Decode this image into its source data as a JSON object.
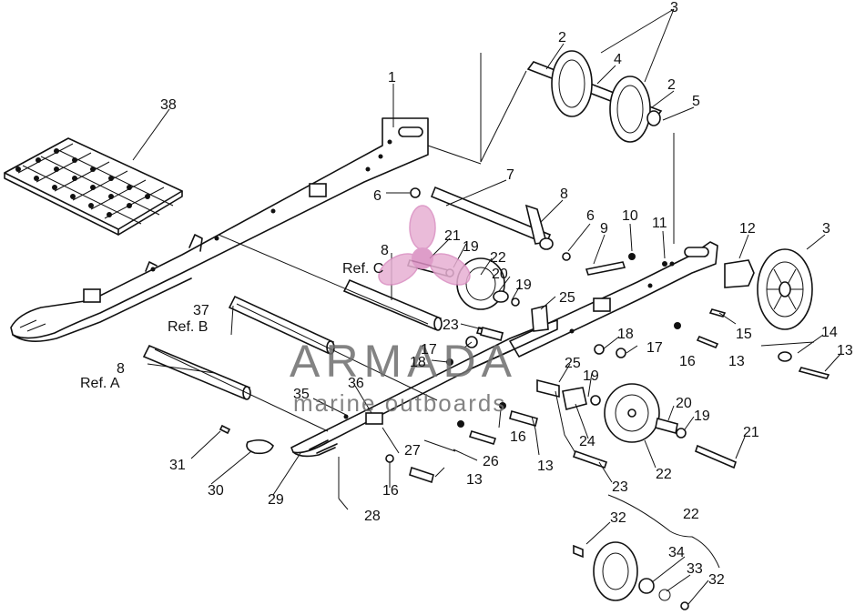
{
  "callouts": {
    "c1": "1",
    "c2a": "2",
    "c2b": "2",
    "c3a": "3",
    "c3b": "3",
    "c4": "4",
    "c5": "5",
    "c6a": "6",
    "c6b": "6",
    "c7": "7",
    "c8a": "8",
    "c8b": "8",
    "c8c": "8",
    "c9": "9",
    "c10": "10",
    "c11": "11",
    "c12": "12",
    "c13a": "13",
    "c13b": "13",
    "c13c": "13",
    "c13d": "13",
    "c14": "14",
    "c15": "15",
    "c16a": "16",
    "c16b": "16",
    "c16c": "16",
    "c17a": "17",
    "c17b": "17",
    "c18a": "18",
    "c18b": "18",
    "c19a": "19",
    "c19b": "19",
    "c19c": "19",
    "c19d": "19",
    "c20a": "20",
    "c20b": "20",
    "c21a": "21",
    "c21b": "21",
    "c22a": "22",
    "c22b": "22",
    "c22c": "22",
    "c23a": "23",
    "c23b": "23",
    "c24": "24",
    "c25a": "25",
    "c25b": "25",
    "c26": "26",
    "c27": "27",
    "c28": "28",
    "c29": "29",
    "c30": "30",
    "c31": "31",
    "c32a": "32",
    "c32b": "32",
    "c33": "33",
    "c34": "34",
    "c35": "35",
    "c36": "36",
    "c37": "37",
    "c38": "38"
  },
  "refs": {
    "ref_a": "Ref. A",
    "ref_b": "Ref. B",
    "ref_c": "Ref. C"
  },
  "watermark": {
    "brand": "ARMADA",
    "tagline": "marine outboards",
    "color": "#d98cc0"
  }
}
